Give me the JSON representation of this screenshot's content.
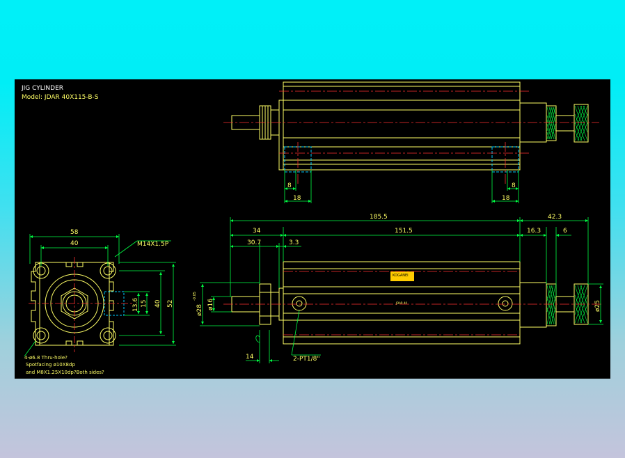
{
  "title": "JIG CYLINDER",
  "model": "Model: JDAR 40X115-B-S",
  "colors": {
    "background_top": "#00f0f8",
    "background_bottom": "#c4c4dc",
    "viewport": "#000000",
    "outline": "#ffff66",
    "dimension": "#00ff44",
    "centerline": "#ff3030",
    "hidden": "#00ccff",
    "title": "#ffffff"
  },
  "top_view": {
    "dims": {
      "left_small": "8",
      "left_big": "18",
      "right_small": "8",
      "right_big": "18"
    }
  },
  "end_view": {
    "width_outer": "58",
    "width_inner": "40",
    "thread": "M14X1.5P",
    "h_136": "13.6",
    "h_15": "15",
    "h_40": "40",
    "h_52": "52",
    "note1": "4-ø6.8 Thru-hole?",
    "note2": "Spotfacing ø10X8dp",
    "note3": "and M8X1.25X10dp?Both sides?"
  },
  "side_view": {
    "overall": "185.5",
    "right_overall": "42.3",
    "rod_len": "34",
    "body_len": "151.5",
    "d_163": "16.3",
    "d_6": "6",
    "d_307": "30.7",
    "d_33": "3.3",
    "dia_rod": "ø16",
    "dia_body": "ø28",
    "dia_small": "-0.05",
    "dia_right": "ø25",
    "d_14": "14",
    "port": "2-PT1/8\"",
    "label_plate": "KOGANEI",
    "mark": "JDAR 40"
  }
}
